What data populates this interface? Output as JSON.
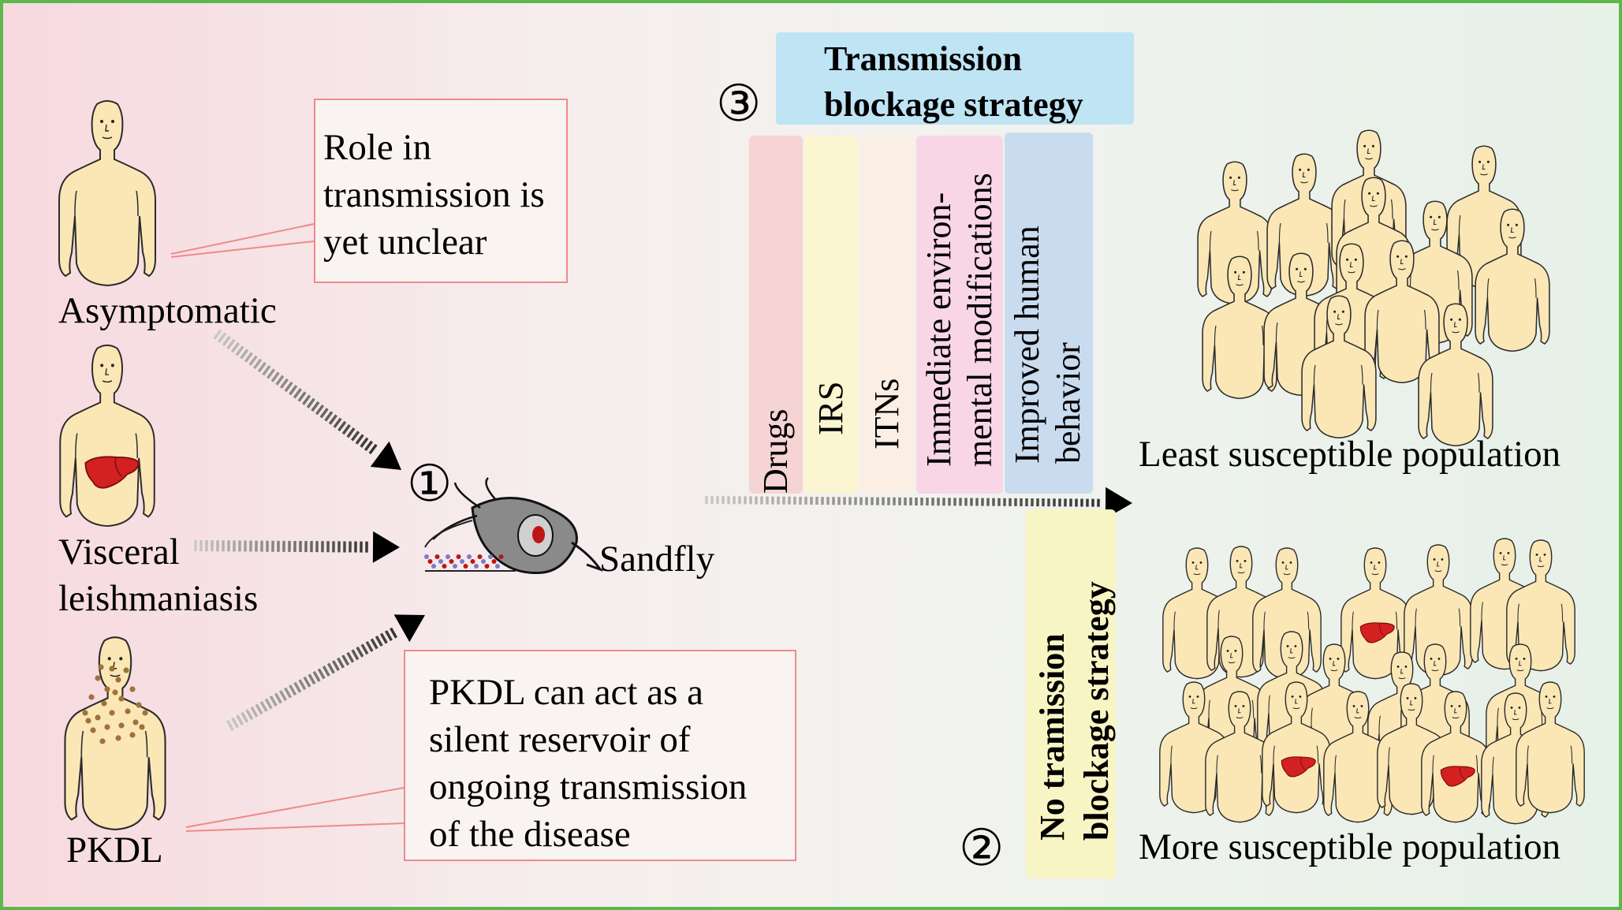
{
  "labels": {
    "asymptomatic": "Asymptomatic",
    "vl_line1": "Visceral",
    "vl_line2": "leishmaniasis",
    "pkdl": "PKDL",
    "sandfly": "Sandfly",
    "least": "Least susceptible population",
    "more": "More susceptible population"
  },
  "callout_top": [
    "Role in",
    "transmission is",
    "yet unclear"
  ],
  "callout_bottom": [
    "PKDL can act as a",
    "silent reservoir of",
    "ongoing transmission",
    "of the disease"
  ],
  "markers": {
    "one": "①",
    "two": "②",
    "three": "③"
  },
  "strategy": {
    "title_line1": "Transmission",
    "title_line2": "blockage strategy",
    "strips": [
      {
        "lines": [
          "Drugs"
        ],
        "color": "#f6d4d4"
      },
      {
        "lines": [
          "IRS"
        ],
        "color": "#fbf5d2"
      },
      {
        "lines": [
          "ITNs"
        ],
        "color": "#fbeee4"
      },
      {
        "lines": [
          "Immediate environ-",
          "mental modifications"
        ],
        "color": "#f8d6e6"
      },
      {
        "lines": [
          "Improved human",
          "behavior"
        ],
        "color": "#c9dbef"
      }
    ]
  },
  "no_strategy": {
    "line1": "No tramission",
    "line2": "blockage strategy",
    "color": "#f8f5c4"
  },
  "colors": {
    "border": "#5cb84a",
    "skin": "#fbe7b6",
    "liver": "#d32020",
    "callout_border": "#ef8a8a",
    "title_bg": "#bfe4f4"
  }
}
